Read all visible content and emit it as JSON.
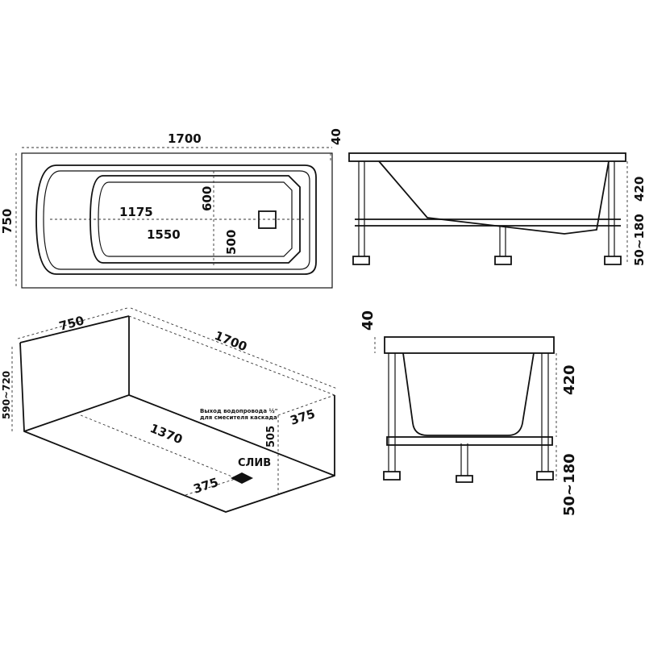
{
  "plan": {
    "length": "1700",
    "width": "750",
    "inner_length": "1175",
    "bottom_length": "1550",
    "inner_width": "600",
    "bottom_width": "500"
  },
  "side": {
    "rim": "40",
    "depth": "420",
    "legs": "50~180"
  },
  "iso": {
    "width": "750",
    "length": "1700",
    "height": "590~720",
    "floor": "1370",
    "drain_offset": "375",
    "outlet_offset": "375",
    "outlet_height": "505",
    "drain_label": "СЛИВ",
    "outlet_note_1": "Выход водопровода ½\"",
    "outlet_note_2": "для смесителя каскада"
  },
  "end": {
    "rim": "40",
    "depth": "420",
    "legs": "50~180"
  }
}
